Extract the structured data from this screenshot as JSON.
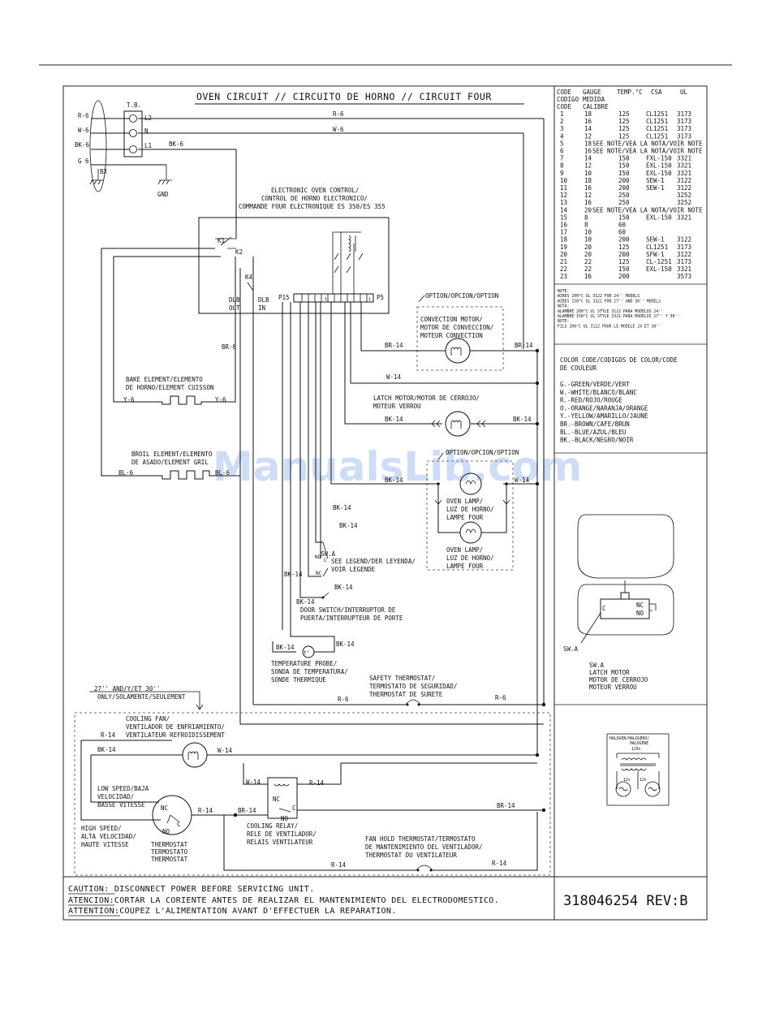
{
  "title": "OVEN CIRCUIT // CIRCUITO DE HORNO // CIRCUIT FOUR",
  "part_number": "318046254 REV:B",
  "watermark": "ManualsLib.com",
  "caution": [
    "CAUTION: DISCONNECT POWER BEFORE SERVICING UNIT.",
    "ATENCION:CORTAR LA CORIENTE ANTES DE REALIZAR EL MANTENIMIENTO DEL ELECTRODOMESTICO.",
    "ATTENTION:COUPEZ L'ALIMENTATION AVANT D'EFFECTUER LA REPARATION."
  ],
  "gauge_table": {
    "headers": [
      "CODE",
      "GAUGE",
      "TEMP.°C",
      "CSA",
      "UL"
    ],
    "headers2": [
      "CODIGO",
      "MEDIDA"
    ],
    "headers3": [
      "CODE",
      "CALIBRE"
    ],
    "rows": [
      [
        "1",
        "18",
        "125",
        "CL1251",
        "3173"
      ],
      [
        "2",
        "16",
        "125",
        "CL1251",
        "3173"
      ],
      [
        "3",
        "14",
        "125",
        "CL1251",
        "3173"
      ],
      [
        "4",
        "12",
        "125",
        "CL1251",
        "3173"
      ],
      [
        "5",
        "18",
        "SEE NOTE/VEA LA NOTA/VOIR NOTE",
        "",
        ""
      ],
      [
        "6",
        "16",
        "SEE NOTE/VEA LA NOTA/VOIR NOTE",
        "",
        ""
      ],
      [
        "7",
        "14",
        "150",
        "FXL-150",
        "3321"
      ],
      [
        "8",
        "12",
        "150",
        "EXL-150",
        "3321"
      ],
      [
        "9",
        "10",
        "150",
        "EXL-150",
        "3321"
      ],
      [
        "10",
        "18",
        "200",
        "SEW-1",
        "3122"
      ],
      [
        "11",
        "16",
        "200",
        "SEW-1",
        "3122"
      ],
      [
        "12",
        "12",
        "250",
        "",
        "3252"
      ],
      [
        "13",
        "16",
        "250",
        "",
        "3252"
      ],
      [
        "14",
        "20",
        "SEE NOTE/VEA LA NOTA/VOIR NOTE",
        "",
        ""
      ],
      [
        "15",
        "8",
        "150",
        "EXL-150",
        "3321"
      ],
      [
        "16",
        "8",
        "60",
        "",
        ""
      ],
      [
        "17",
        "10",
        "60",
        "",
        ""
      ],
      [
        "18",
        "10",
        "200",
        "SEW-1",
        "3122"
      ],
      [
        "19",
        "20",
        "125",
        "CL1251",
        "3173"
      ],
      [
        "20",
        "20",
        "200",
        "SFW-1",
        "3122"
      ],
      [
        "21",
        "22",
        "125",
        "CL-1251",
        "3173"
      ],
      [
        "22",
        "22",
        "150",
        "EXL-150",
        "3321"
      ],
      [
        "23",
        "16",
        "200",
        "",
        "3573"
      ]
    ]
  },
  "table_notes": [
    "NOTE:",
    "WIRES 200°C UL 3122 FOR 24'' MODELS",
    "WIRES 150°C UL 3321 FOR 27'' AND 30'' MODELS",
    "NOTA:",
    "ALAMBRE 200°C UL STYLE 3122 PARA MODELOS 24''",
    "ALAMBRE 150°C UL STYLE 3321 PARA MODELOS 27'' Y 30''",
    "NOTE:",
    "FILS 200°C UL 3122 POUR LE MODELE 24 ET 30''"
  ],
  "color_code": {
    "title": [
      "COLOR CODE/CODIGOS DE COLOR/CODE",
      "DE COULEUR"
    ],
    "items": [
      "G.-GREEN/VERDE/VERT",
      "W.-WHITE/BLANCO/BLANC",
      "R.-RED/ROJO/ROUGE",
      "O.-ORANGE/NARANJA/ORANGE",
      "Y.-YELLOW/AMARILLO/JAUNE",
      "BR.-BROWN/CAFE/BRUN",
      "BL.-BLUE/AZUL/BLEU",
      "BK.-BLACK/NEGRO/NOIR"
    ]
  },
  "switch_detail": {
    "c": "C",
    "nc": "NC",
    "no": "NO",
    "swa": "SW.A",
    "caption": [
      "SW.A",
      "LATCH MOTOR",
      "MOTOR DE CERROJO",
      "MOTEUR VERROU"
    ]
  },
  "halogen": {
    "title": [
      "HALOGEN/HALOGENO/",
      "HALOGENE"
    ],
    "v120": "120v",
    "v12a": "12v",
    "v12b": "12v"
  },
  "power": {
    "tb": "T.B.",
    "l2": "L2",
    "n": "N",
    "l1": "L1",
    "bx": "BX",
    "gnd": "GND",
    "wires": {
      "r6a": "R-6",
      "w6a": "W-6",
      "bk6a": "BK-6",
      "g6": "G 6",
      "r6b": "R-6",
      "w6b": "W-6",
      "bk6b": "BK-6"
    }
  },
  "control": {
    "label": [
      "ELECTRONIC OVEN CONTROL/",
      "CONTROL DE HORNO ELECTRONICO/",
      "COMMANDE FOUR ELECTRONIQUE ES 350/ES 355"
    ],
    "k1": "K1",
    "k2": "K2",
    "k4": "K4",
    "dlb_out": [
      "DLB",
      "OUT"
    ],
    "dlb_in": [
      "DLB",
      "IN"
    ],
    "p15": "P15",
    "p5": "P5",
    "pin1a": "1",
    "pin1b": "1"
  },
  "components": {
    "convection": {
      "option": "OPTION/OPCION/OPTION",
      "label": [
        "CONVECTION  MOTOR/",
        "MOTOR DE CONVECCION/",
        "MOTEUR CONVECTION"
      ]
    },
    "bake": {
      "label": [
        "BAKE ELEMENT/ELEMENTO",
        "DE HORNO/ELEMENT CUISSON"
      ]
    },
    "latch": {
      "label": [
        "LATCH MOTOR/MOTOR DE CERROJO/",
        "MOTEUR VERROU"
      ]
    },
    "broil": {
      "label": [
        "BROIL ELEMENT/ELEMENTO",
        "DE ASADO/ELEMENT GRIL"
      ]
    },
    "lamp_option": "OPTION/OPCION/OPTION",
    "lamp1": [
      "OVEN LAMP/",
      "LUZ DE HORNO/",
      "LAMPE FOUR"
    ],
    "lamp2": [
      "OVEN LAMP/",
      "LUZ DE HORNO/",
      "LAMPE FOUR"
    ],
    "swa": {
      "name": "SW.A",
      "label": [
        "SEE LEGEND/DER LEYENDA/",
        "VOIR LEGENDE"
      ],
      "no": "NO",
      "c": "C",
      "nc": "NC"
    },
    "door": [
      "DOOR SWITCH/INTERRUPTOR DE",
      "PUERTA/INTERRUPTEUR DE PORTE"
    ],
    "probe": [
      "TEMPERATURE PROBE/",
      "SONDA DE TEMPERATURA/",
      "SONDE THERMIQUE"
    ],
    "probe_symbol": "t°",
    "safety": [
      "SAFETY THERMOSTAT/",
      "TERMOSTATO DE SEGURIDAD/",
      "THERMOSTAT DE SURETE"
    ],
    "models_note": [
      "27'' AND/Y/ET 30''",
      "ONLY/SOLAMENTE/SEULEMENT"
    ],
    "fan": [
      "COOLING FAN/",
      "VENTILADOR DE ENFRIAMIENTO/",
      "VENTILATEUR REFROIDISSEMENT"
    ],
    "low_speed": [
      "LOW SPEED/BAJA",
      "VELOCIDAD/",
      "BASSE VITESSE"
    ],
    "high_speed": [
      "HIGH SPEED/",
      "ALTA VELOCIDAD/",
      "HAUTE VITESSE"
    ],
    "thermostat": [
      "THERMOSTAT",
      "TERMOSTATO",
      "THERMOSTAT"
    ],
    "fan_nc": "NC",
    "fan_c": "C",
    "fan_no": "NO",
    "relay": [
      "COOLING RELAY/",
      "RELE DE VENTILADOR/",
      "RELAIS VENTILATEUR"
    ],
    "relay_nc": "NC",
    "relay_no": "NO",
    "relay_c": "C",
    "fan_hold": [
      "FAN HOLD THERMOSTAT/TERMOSTATO",
      "DE MANTENIMIENTO DEL VENTILADOR/",
      "THERMOSTAT DU VENTILATEUR"
    ]
  },
  "wire_labels": {
    "br6": "BR-6",
    "br14a": "BR-14",
    "br14b": "BR-14",
    "w14a": "W-14",
    "bk14a": "BK-14",
    "bk14b": "BK-14",
    "y6a": "Y-6",
    "y6b": "Y-6",
    "bl6a": "BL-6",
    "bl6b": "BL-6",
    "bk14c": "BK-14",
    "w14b": "W-14",
    "bk14d": "BK-14",
    "bk14e": "BK-14",
    "bk14f": "BK-14",
    "bk14g": "BK-14",
    "bk14h": "BK-14",
    "bk14i": "BK-14",
    "bk14j": "BK-14",
    "r6c": "R-6",
    "r6d": "R-6",
    "r14a": "R-14",
    "bk14k": "BK-14",
    "w14c": "W-14",
    "w14d": "W-14",
    "r14b": "R-14",
    "r14c": "R-14",
    "br14c": "BR-14",
    "br14d": "BR-14",
    "r14d": "R-14",
    "r14e": "R-14"
  }
}
